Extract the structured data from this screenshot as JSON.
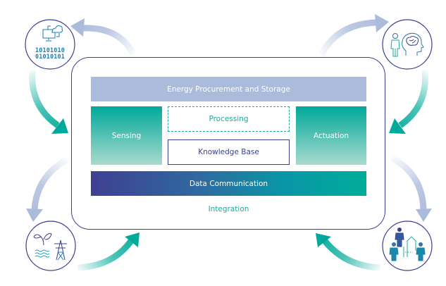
{
  "diagram": {
    "title": "Integration",
    "layers": {
      "energy": "Energy Procurement and Storage",
      "sensing": "Sensing",
      "processing": "Processing",
      "knowledge_base": "Knowledge Base",
      "actuation": "Actuation",
      "data_communication": "Data Communication",
      "integration": "Integration"
    },
    "circles": [
      {
        "name": "computing-data",
        "icon": "computer-cloud-icon",
        "binary_lines": [
          "10101010",
          "01010101"
        ]
      },
      {
        "name": "human-cognition",
        "icon": "person-brain-icon"
      },
      {
        "name": "environment-energy",
        "icon": "plant-water-pylon-icon"
      },
      {
        "name": "society-community",
        "icon": "people-city-icon"
      }
    ],
    "colors": {
      "navy": "#3b3f8f",
      "teal": "#00a99a",
      "light_blue": "#abbbdc",
      "binary_blue": "#1b7fb4"
    }
  }
}
